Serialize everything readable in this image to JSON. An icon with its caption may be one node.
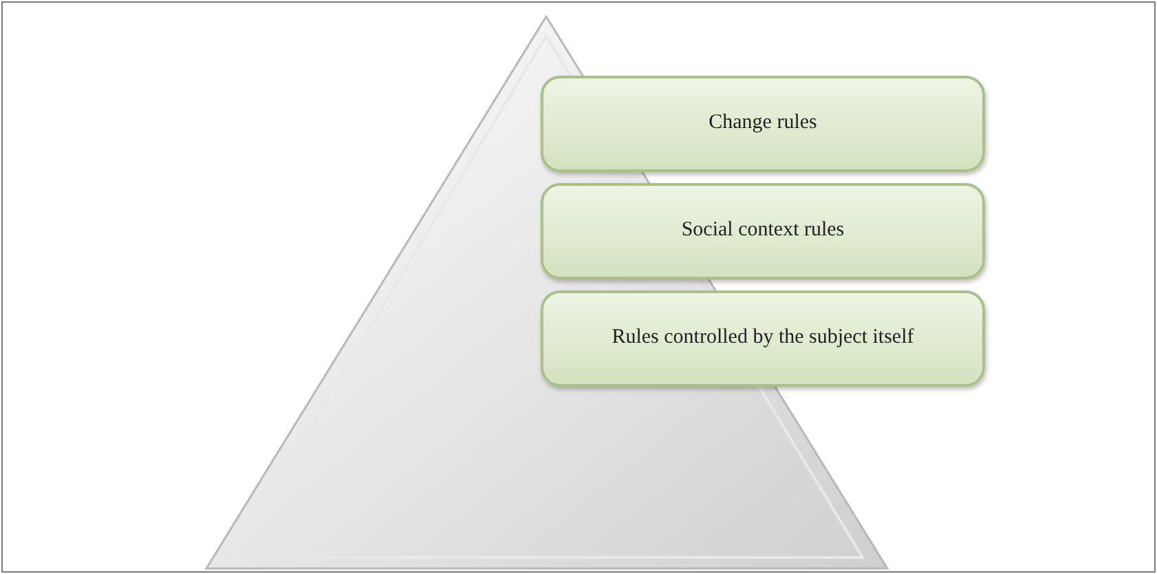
{
  "diagram": {
    "nodes": [
      {
        "text": [
          "Change rules"
        ]
      },
      {
        "text": [
          "Social context rules"
        ]
      },
      {
        "text": [
          "Rules controlled by the subject itself"
        ]
      }
    ]
  }
}
